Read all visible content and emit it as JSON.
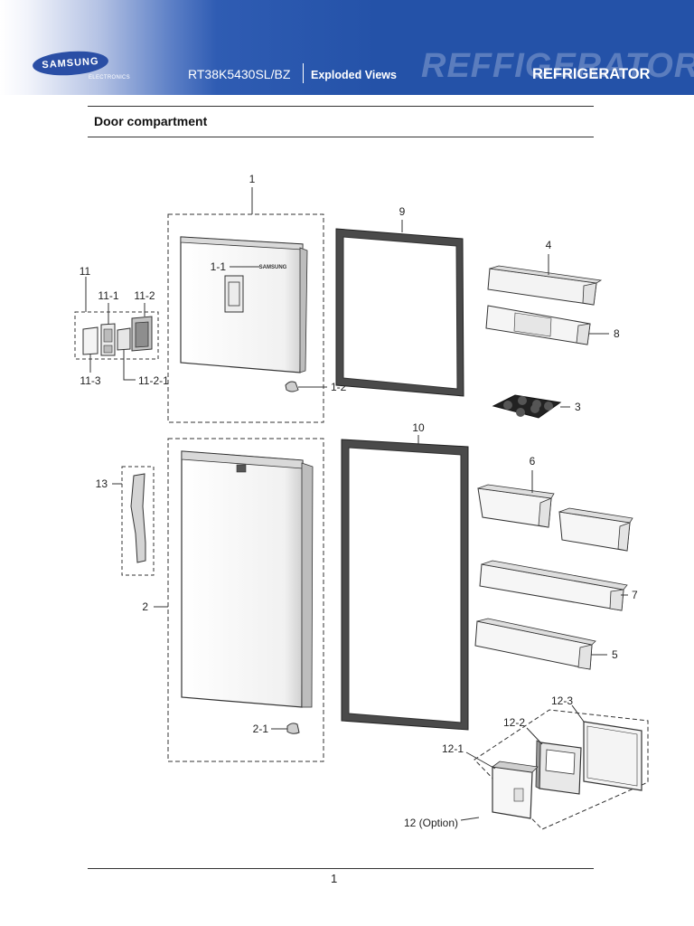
{
  "header": {
    "brand": "SAMSUNG",
    "brand_sub": "ELECTRONICS",
    "model": "RT38K5430SL/BZ",
    "section_title": "Exploded Views",
    "watermark": "REFFIGERATOR",
    "product": "REFRIGERATOR"
  },
  "page": {
    "heading": "Door compartment",
    "page_number": "1"
  },
  "colors": {
    "header_blue": "#2452a8",
    "line": "#333333"
  },
  "diagram": {
    "door_logo": "SAMSUNG",
    "callouts": {
      "c1": "1",
      "c1_1": "1-1",
      "c1_2": "1-2",
      "c2": "2",
      "c2_1": "2-1",
      "c3": "3",
      "c4": "4",
      "c5": "5",
      "c6": "6",
      "c7": "7",
      "c8": "8",
      "c9": "9",
      "c10": "10",
      "c11": "11",
      "c11_1": "11-1",
      "c11_2": "11-2",
      "c11_2_1": "11-2-1",
      "c11_3": "11-3",
      "c12": "12 (Option)",
      "c12_1": "12-1",
      "c12_2": "12-2",
      "c12_3": "12-3",
      "c13": "13"
    }
  }
}
